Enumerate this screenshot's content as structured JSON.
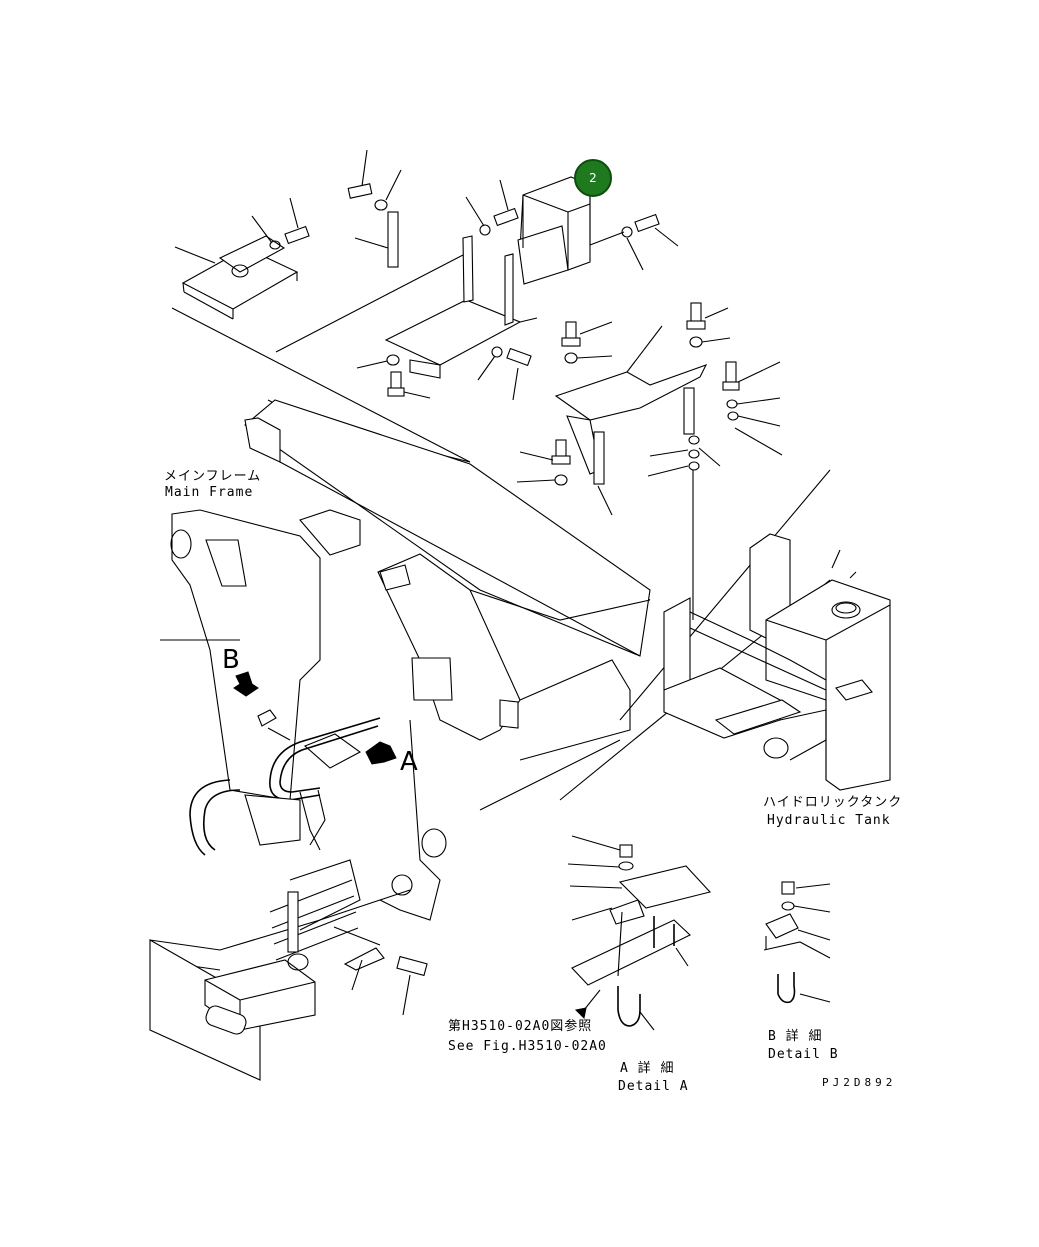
{
  "labels": {
    "main_frame_jp": "メインフレーム",
    "main_frame_en": "Main Frame",
    "hydraulic_tank_jp": "ハイドロリックタンク",
    "hydraulic_tank_en": "Hydraulic Tank",
    "see_fig_jp": "第H3510-02A0図参照",
    "see_fig_en": "See Fig.H3510-02A0",
    "detail_a_jp": "A 詳 細",
    "detail_a_en": "Detail A",
    "detail_b_jp": "B 詳 細",
    "detail_b_en": "Detail B",
    "view_a": "A",
    "view_b": "B",
    "drawing_number": "PJ2D892"
  },
  "callouts": [
    {
      "id": "2",
      "label": "2",
      "color": "#1f7a1f"
    }
  ]
}
